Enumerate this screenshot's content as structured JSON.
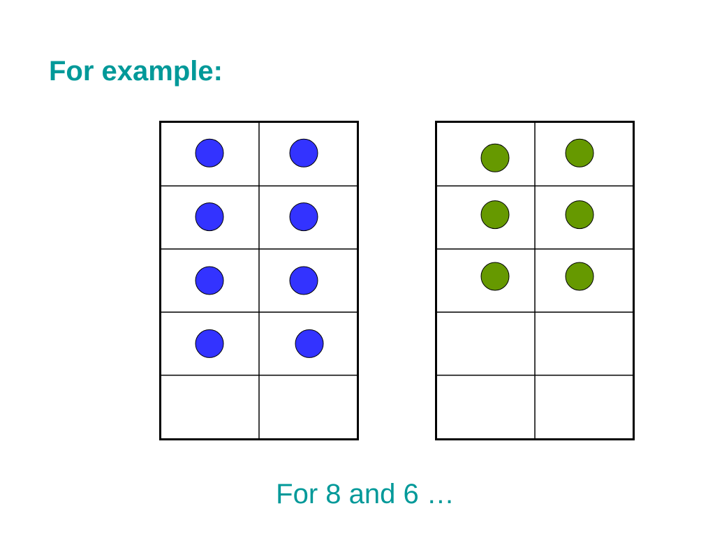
{
  "slide": {
    "title": "For example:",
    "caption": "For 8 and 6 …"
  },
  "frames": [
    {
      "name": "ten-frame-left",
      "rows": 5,
      "cols": 2,
      "counter_count": 8,
      "counter_color": "#3333ff"
    },
    {
      "name": "ten-frame-right",
      "rows": 5,
      "cols": 2,
      "counter_count": 6,
      "counter_color": "#669900"
    }
  ],
  "colors": {
    "title": "#009999",
    "caption": "#009999",
    "grid": "#000000",
    "counter_outline": "#000000"
  }
}
